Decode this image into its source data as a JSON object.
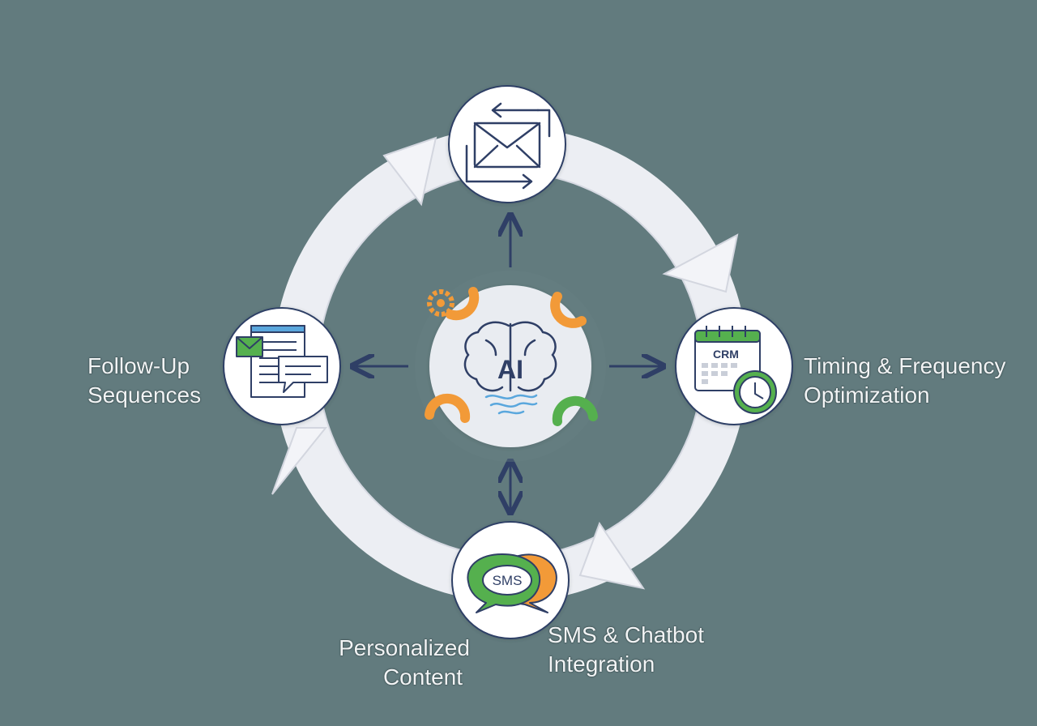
{
  "center": {
    "text": "AI"
  },
  "nodes": {
    "top": {
      "icon": "email-sync-icon"
    },
    "left": {
      "icon": "document-chat-icon",
      "label_line1": "Follow-Up",
      "label_line2": "Sequences"
    },
    "right": {
      "icon": "crm-calendar-clock-icon",
      "crm_text": "CRM",
      "label_line1": "Timing & Frequency",
      "label_line2": "Optimization"
    },
    "bottom": {
      "icon": "sms-chat-bubbles-icon",
      "sms_text": "SMS",
      "label_a_line1": "Personalized",
      "label_a_line2": "Content",
      "label_b_line1": "SMS & Chatbot",
      "label_b_line2": "Integration"
    }
  },
  "colors": {
    "background": "#627b7e",
    "ring": "#eceef3",
    "navy": "#2f3f66",
    "orange": "#f29a38",
    "green": "#55b04e",
    "blue": "#5aa7dd"
  }
}
